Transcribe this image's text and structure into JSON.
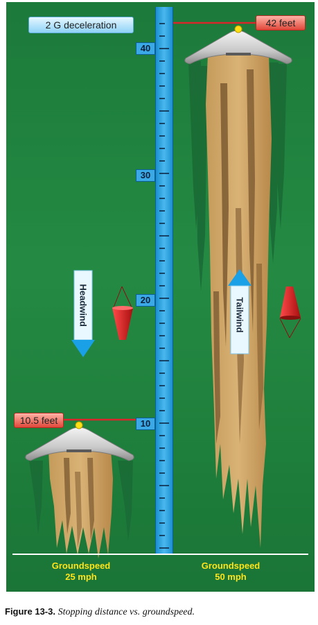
{
  "labels": {
    "deceleration": "2 G deceleration",
    "distance_long": "42 feet",
    "distance_short": "10.5 feet",
    "headwind": "Headwind",
    "tailwind": "Tailwind",
    "groundspeed_left_line1": "Groundspeed",
    "groundspeed_left_line2": "25 mph",
    "groundspeed_right_line1": "Groundspeed",
    "groundspeed_right_line2": "50 mph"
  },
  "ruler": {
    "marks": [
      "10",
      "20",
      "30",
      "40"
    ]
  },
  "caption": {
    "figure": "Figure 13-3.",
    "text": "Stopping distance vs. groundspeed."
  },
  "colors": {
    "background": "#1f8340",
    "ruler": "#2aa2e0",
    "arrow_red": "#d8262a",
    "wind_arrow": "#1aa0e6",
    "groundspeed_text": "#ffe31a",
    "windsock": "#d41e1e"
  }
}
